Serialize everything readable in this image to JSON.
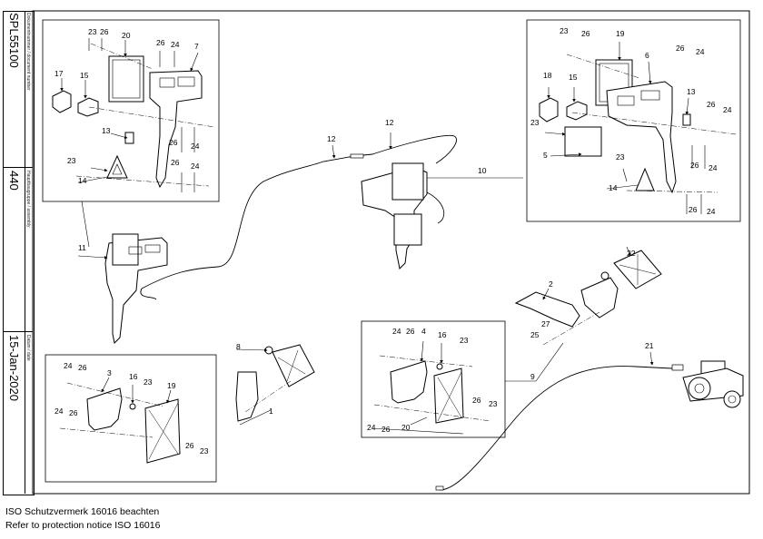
{
  "side_panel": {
    "document_number_label": "Dokumentnummer / document number",
    "document_number": "SPL55100",
    "assembly_label": "Hauptbaugruppe / assembly",
    "assembly": "440",
    "date_label": "Datum / date",
    "date": "15-Jan-2020"
  },
  "footer": {
    "line1": "ISO Schutzvermerk 16016 beachten",
    "line2": "Refer to protection notice ISO 16016"
  },
  "part_numbers": {
    "p1": "1",
    "p2": "2",
    "p3": "3",
    "p4": "4",
    "p5": "5",
    "p6": "6",
    "p7": "7",
    "p8": "8",
    "p9": "9",
    "p10": "10",
    "p11": "11",
    "p12": "12",
    "p13": "13",
    "p14": "14",
    "p15": "15",
    "p16": "16",
    "p17": "17",
    "p18": "18",
    "p19": "19",
    "p20": "20",
    "p21": "21",
    "p22": "22",
    "p23": "23",
    "p24": "24",
    "p25": "25",
    "p26": "26",
    "p27": "27"
  }
}
